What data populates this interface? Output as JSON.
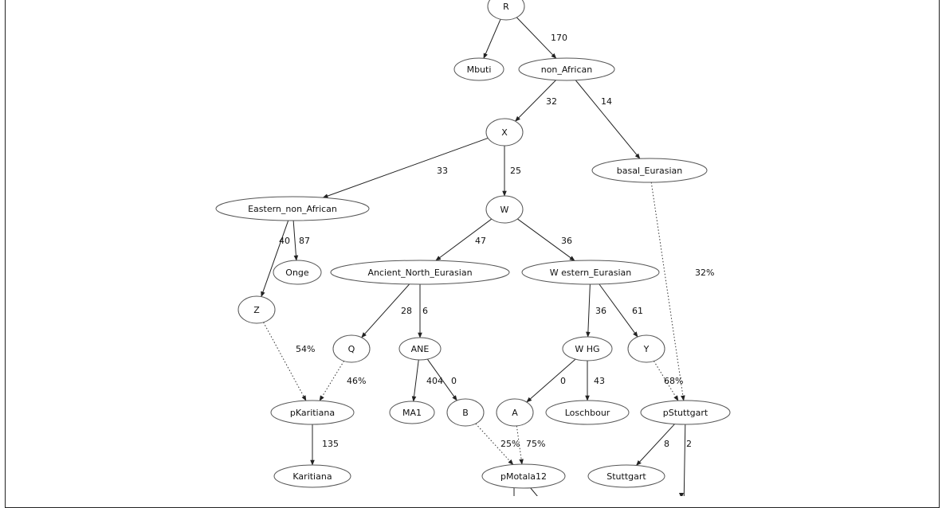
{
  "graph": {
    "nodes": [
      {
        "id": "R",
        "label": "R"
      },
      {
        "id": "Mbuti",
        "label": "Mbuti"
      },
      {
        "id": "non_African",
        "label": "non_African"
      },
      {
        "id": "X",
        "label": "X"
      },
      {
        "id": "basal_Eurasian",
        "label": "basal_Eurasian"
      },
      {
        "id": "Eastern_non_African",
        "label": "Eastern_non_African"
      },
      {
        "id": "W",
        "label": "W"
      },
      {
        "id": "Onge",
        "label": "Onge"
      },
      {
        "id": "Ancient_North_Eurasian",
        "label": "Ancient_North_Eurasian"
      },
      {
        "id": "Western_Eurasian",
        "label": "W estern_Eurasian"
      },
      {
        "id": "Z",
        "label": "Z"
      },
      {
        "id": "Q",
        "label": "Q"
      },
      {
        "id": "ANE",
        "label": "ANE"
      },
      {
        "id": "WHG",
        "label": "W HG"
      },
      {
        "id": "Y",
        "label": "Y"
      },
      {
        "id": "pKaritiana",
        "label": "pKaritiana"
      },
      {
        "id": "MA1",
        "label": "MA1"
      },
      {
        "id": "B",
        "label": "B"
      },
      {
        "id": "A",
        "label": "A"
      },
      {
        "id": "Loschbour",
        "label": "Loschbour"
      },
      {
        "id": "pStuttgart",
        "label": "pStuttgart"
      },
      {
        "id": "Karitiana",
        "label": "Karitiana"
      },
      {
        "id": "pMotala12",
        "label": "pMotala12"
      },
      {
        "id": "Stuttgart",
        "label": "Stuttgart"
      }
    ],
    "edges": [
      {
        "from": "R",
        "to": "Mbuti",
        "label": "",
        "style": "solid"
      },
      {
        "from": "R",
        "to": "non_African",
        "label": "170",
        "style": "solid"
      },
      {
        "from": "non_African",
        "to": "X",
        "label": "32",
        "style": "solid"
      },
      {
        "from": "non_African",
        "to": "basal_Eurasian",
        "label": "14",
        "style": "solid"
      },
      {
        "from": "X",
        "to": "Eastern_non_African",
        "label": "33",
        "style": "solid"
      },
      {
        "from": "X",
        "to": "W",
        "label": "25",
        "style": "solid"
      },
      {
        "from": "Eastern_non_African",
        "to": "Z",
        "label": "40",
        "style": "solid"
      },
      {
        "from": "Eastern_non_African",
        "to": "Onge",
        "label": "87",
        "style": "solid"
      },
      {
        "from": "W",
        "to": "Ancient_North_Eurasian",
        "label": "47",
        "style": "solid"
      },
      {
        "from": "W",
        "to": "Western_Eurasian",
        "label": "36",
        "style": "solid"
      },
      {
        "from": "basal_Eurasian",
        "to": "pStuttgart",
        "label": "32%",
        "style": "dotted"
      },
      {
        "from": "Ancient_North_Eurasian",
        "to": "Q",
        "label": "28",
        "style": "solid"
      },
      {
        "from": "Ancient_North_Eurasian",
        "to": "ANE",
        "label": "6",
        "style": "solid"
      },
      {
        "from": "Western_Eurasian",
        "to": "WHG",
        "label": "36",
        "style": "solid"
      },
      {
        "from": "Western_Eurasian",
        "to": "Y",
        "label": "61",
        "style": "solid"
      },
      {
        "from": "Z",
        "to": "pKaritiana",
        "label": "54%",
        "style": "dotted"
      },
      {
        "from": "Q",
        "to": "pKaritiana",
        "label": "46%",
        "style": "dotted"
      },
      {
        "from": "ANE",
        "to": "MA1",
        "label": "404",
        "style": "solid"
      },
      {
        "from": "ANE",
        "to": "B",
        "label": "0",
        "style": "solid"
      },
      {
        "from": "WHG",
        "to": "A",
        "label": "0",
        "style": "solid"
      },
      {
        "from": "WHG",
        "to": "Loschbour",
        "label": "43",
        "style": "solid"
      },
      {
        "from": "Y",
        "to": "pStuttgart",
        "label": "68%",
        "style": "dotted"
      },
      {
        "from": "pKaritiana",
        "to": "Karitiana",
        "label": "135",
        "style": "solid"
      },
      {
        "from": "B",
        "to": "pMotala12",
        "label": "25%",
        "style": "dotted"
      },
      {
        "from": "A",
        "to": "pMotala12",
        "label": "75%",
        "style": "dotted"
      },
      {
        "from": "pStuttgart",
        "to": "Stuttgart",
        "label": "8",
        "style": "solid"
      },
      {
        "from": "pStuttgart",
        "to": "offscreen_1",
        "label": "2",
        "style": "solid"
      }
    ]
  }
}
